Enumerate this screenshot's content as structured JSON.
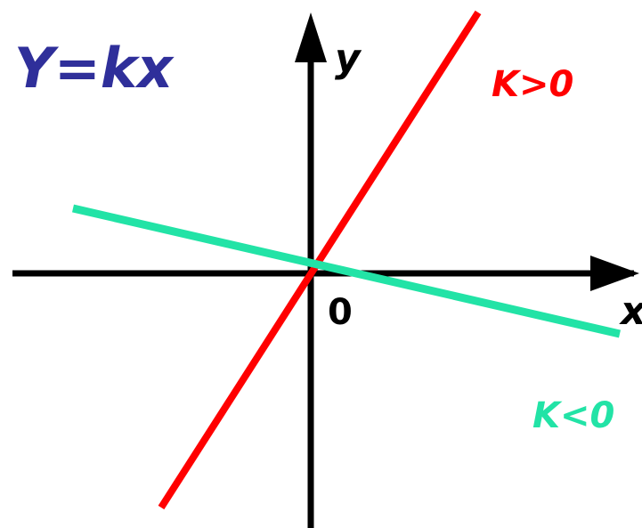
{
  "title": "Y=kx",
  "axes": {
    "x_label": "x",
    "y_label": "y",
    "origin_label": "0"
  },
  "lines": [
    {
      "label": "K>0",
      "color": "#ff0000"
    },
    {
      "label": "K<0",
      "color": "#22e3a6"
    }
  ],
  "colors": {
    "title": "#2f2f9a",
    "axis": "#000000"
  }
}
